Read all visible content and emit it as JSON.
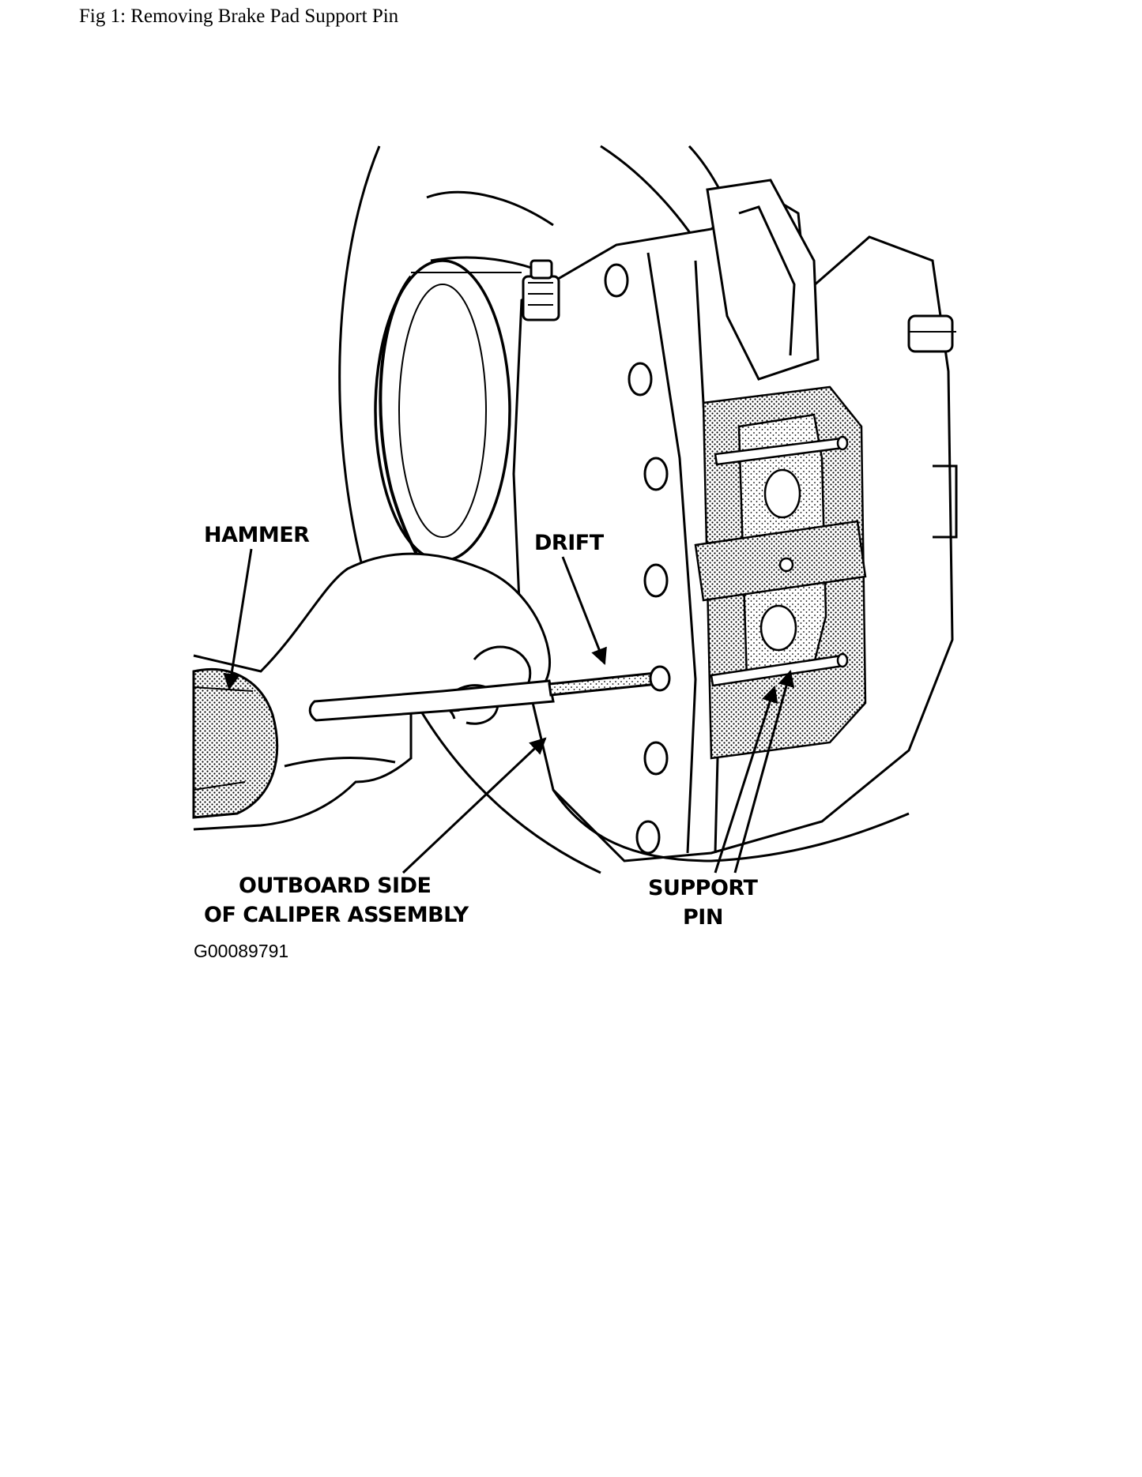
{
  "caption": "Fig 1: Removing Brake Pad Support Pin",
  "labels": {
    "hammer": "HAMMER",
    "drift": "DRIFT",
    "outboard_line1": "OUTBOARD SIDE",
    "outboard_line2": "OF CALIPER ASSEMBLY",
    "support_line1": "SUPPORT",
    "support_line2": "PIN"
  },
  "figure_code": "G00089791"
}
